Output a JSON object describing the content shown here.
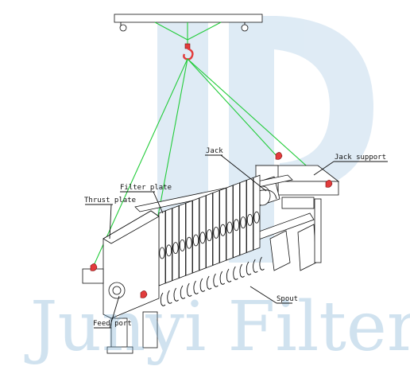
{
  "labels": {
    "jack": "Jack",
    "jack_support": "Jack support",
    "thrust_plate": "Thrust plate",
    "filter_plate": "Filter plate",
    "spout": "Spout",
    "feed_port": "Feed port"
  },
  "watermark": {
    "text": "Junyi Filter",
    "logo": "JP"
  },
  "colors": {
    "sling": "#22cc3a",
    "hook": "#e23c3c",
    "watermark": "#6fa6cf",
    "line": "#111111"
  }
}
